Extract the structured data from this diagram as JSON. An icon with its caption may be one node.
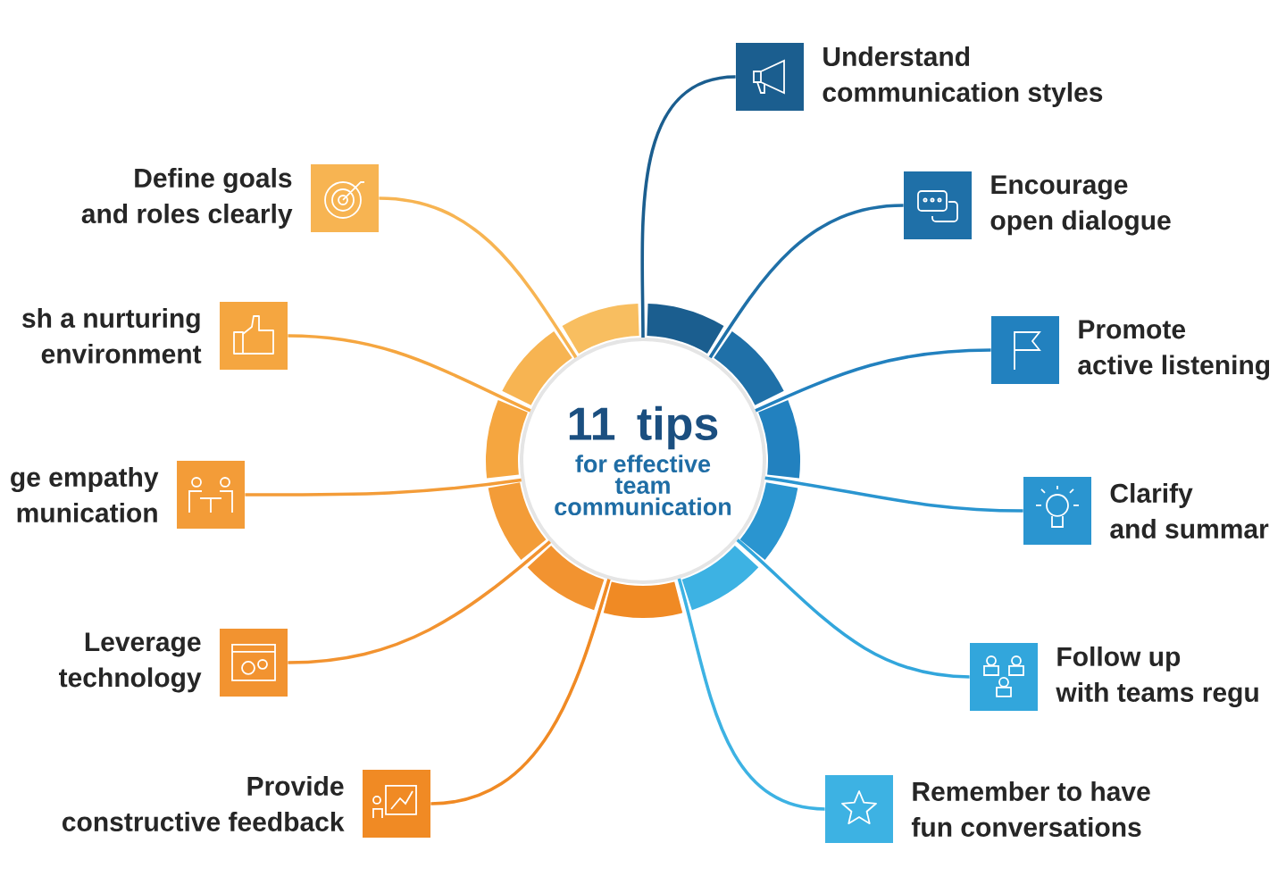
{
  "diagram": {
    "nodes": [
      {
        "text": [
          "11 tips",
          "for effective team communication"
        ]
      },
      {
        "text": [
          "Understand communication styles"
        ]
      },
      {
        "text": [
          "Encourage open dialogue"
        ]
      },
      {
        "text": [
          "Promote active listening"
        ]
      },
      {
        "text": [
          "Clarify and summar"
        ]
      },
      {
        "text": [
          "Follow up with teams regu"
        ]
      },
      {
        "text": [
          "Remember to have fun conversations"
        ]
      },
      {
        "text": [
          "Provide constructive feedback"
        ]
      },
      {
        "text": [
          "Leverage technology"
        ]
      },
      {
        "text": [
          "ge empathy munication"
        ]
      },
      {
        "text": [
          "sh a nurturing environment"
        ]
      },
      {
        "text": [
          "Define goals and roles clearly"
        ]
      }
    ],
    "edges": [
      {
        "from": 0,
        "to": 1,
        "arrow": "none",
        "color": "#1b5e8f"
      },
      {
        "from": 0,
        "to": 2,
        "arrow": "none",
        "color": "#1f70a8"
      },
      {
        "from": 0,
        "to": 3,
        "arrow": "none",
        "color": "#2281bf"
      },
      {
        "from": 0,
        "to": 4,
        "arrow": "none",
        "color": "#2a95d0"
      },
      {
        "from": 0,
        "to": 5,
        "arrow": "none",
        "color": "#32a6dc"
      },
      {
        "from": 0,
        "to": 6,
        "arrow": "none",
        "color": "#3db2e3"
      },
      {
        "from": 0,
        "to": 7,
        "arrow": "none",
        "color": "#f08a24"
      },
      {
        "from": 0,
        "to": 8,
        "arrow": "none",
        "color": "#f29330"
      },
      {
        "from": 0,
        "to": 9,
        "arrow": "none",
        "color": "#f39c38"
      },
      {
        "from": 0,
        "to": 10,
        "arrow": "none",
        "color": "#f5a640"
      },
      {
        "from": 0,
        "to": 11,
        "arrow": "none",
        "color": "#f7b452"
      }
    ]
  }
}
